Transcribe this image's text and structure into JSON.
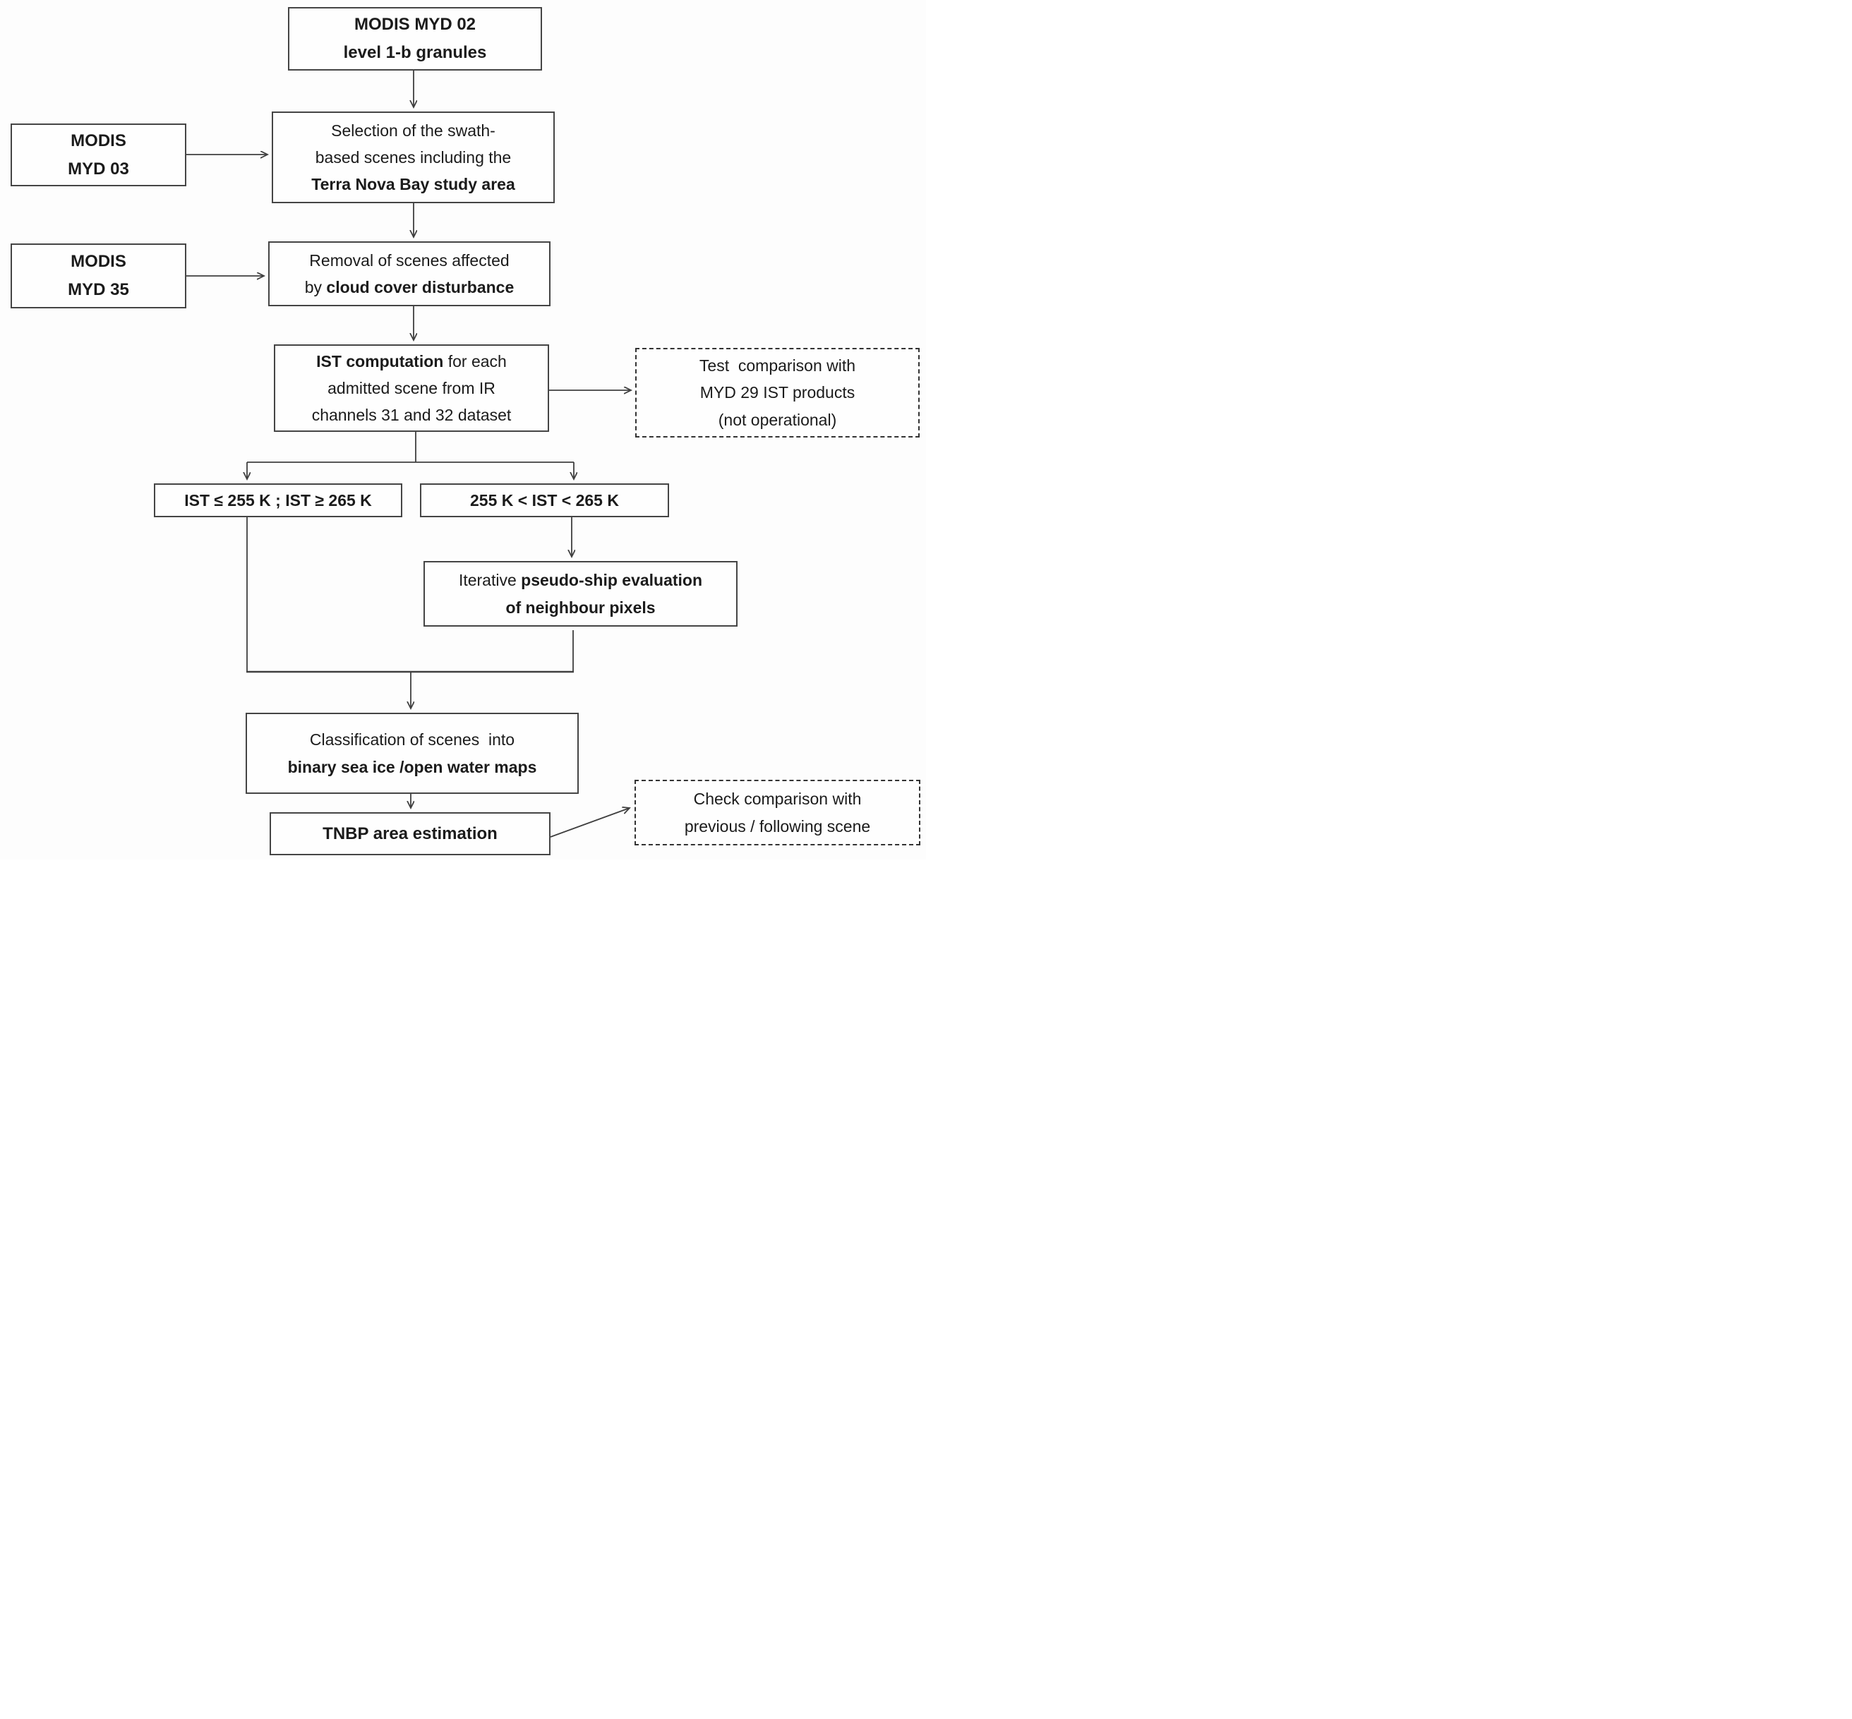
{
  "colors": {
    "background": "#fdfdfd",
    "box_border": "#454545",
    "dashed_border": "#333333",
    "line": "#3f3f3f",
    "text": "#1b1b1b"
  },
  "nodes": {
    "myd02": {
      "l1": "MODIS MYD 02",
      "l2": "level 1-b granules"
    },
    "myd03": {
      "l1": "MODIS",
      "l2": "MYD 03"
    },
    "myd35": {
      "l1": "MODIS",
      "l2": "MYD 35"
    },
    "selection": {
      "l1": "Selection of the swath-",
      "l2": "based scenes including the",
      "l3": "Terra Nova Bay study area"
    },
    "removal": {
      "l1": "Removal of scenes affected",
      "l2a": "by ",
      "l2b": "cloud cover disturbance"
    },
    "ist": {
      "l1a": "IST computation",
      "l1b": " for each",
      "l2": "admitted scene from IR",
      "l3": "channels 31 and 32 dataset"
    },
    "test_comparison": {
      "l1": "Test  comparison with",
      "l2": "MYD 29 IST products",
      "l3": "(not operational)"
    },
    "cond_left": {
      "l1": "IST ≤ 255 K ; IST ≥ 265 K"
    },
    "cond_right": {
      "l1": "255 K < IST < 265 K"
    },
    "iterative": {
      "l1a": "Iterative ",
      "l1b": "pseudo-ship evaluation",
      "l2": "of neighbour pixels"
    },
    "classification": {
      "l1": "Classification of scenes  into",
      "l2": "binary sea ice /open water maps"
    },
    "tnbp": {
      "l1": "TNBP area estimation"
    },
    "check_comparison": {
      "l1": "Check comparison with",
      "l2": "previous / following scene"
    }
  }
}
